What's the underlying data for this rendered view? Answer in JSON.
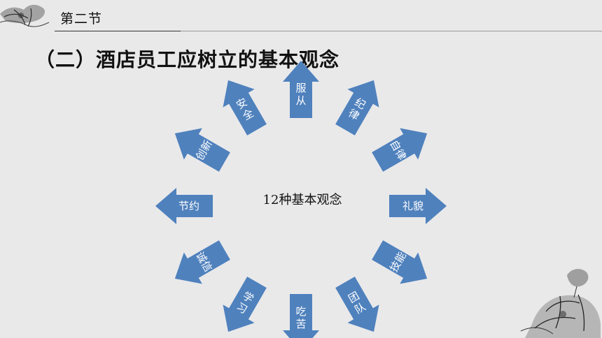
{
  "header": {
    "section": "第二节"
  },
  "slide": {
    "title": "（二）酒店员工应树立的基本观念"
  },
  "diagram": {
    "center": "12种基本观念",
    "arrow_color": "#4f81bd",
    "items": [
      {
        "label": "服从",
        "lines": [
          "服",
          "从"
        ]
      },
      {
        "label": "纪律",
        "lines": [
          "纪",
          "律"
        ]
      },
      {
        "label": "自律",
        "lines": [
          "自律"
        ]
      },
      {
        "label": "礼貌",
        "lines": [
          "礼貌"
        ]
      },
      {
        "label": "技能",
        "lines": [
          "技能"
        ]
      },
      {
        "label": "团队",
        "lines": [
          "团",
          "队"
        ]
      },
      {
        "label": "吃苦",
        "lines": [
          "吃",
          "苦"
        ]
      },
      {
        "label": "学习",
        "lines": [
          "学",
          "习"
        ]
      },
      {
        "label": "诚信",
        "lines": [
          "诚信"
        ]
      },
      {
        "label": "节约",
        "lines": [
          "节约"
        ]
      },
      {
        "label": "创新",
        "lines": [
          "创新"
        ]
      },
      {
        "label": "安全",
        "lines": [
          "安",
          "全"
        ]
      }
    ]
  }
}
